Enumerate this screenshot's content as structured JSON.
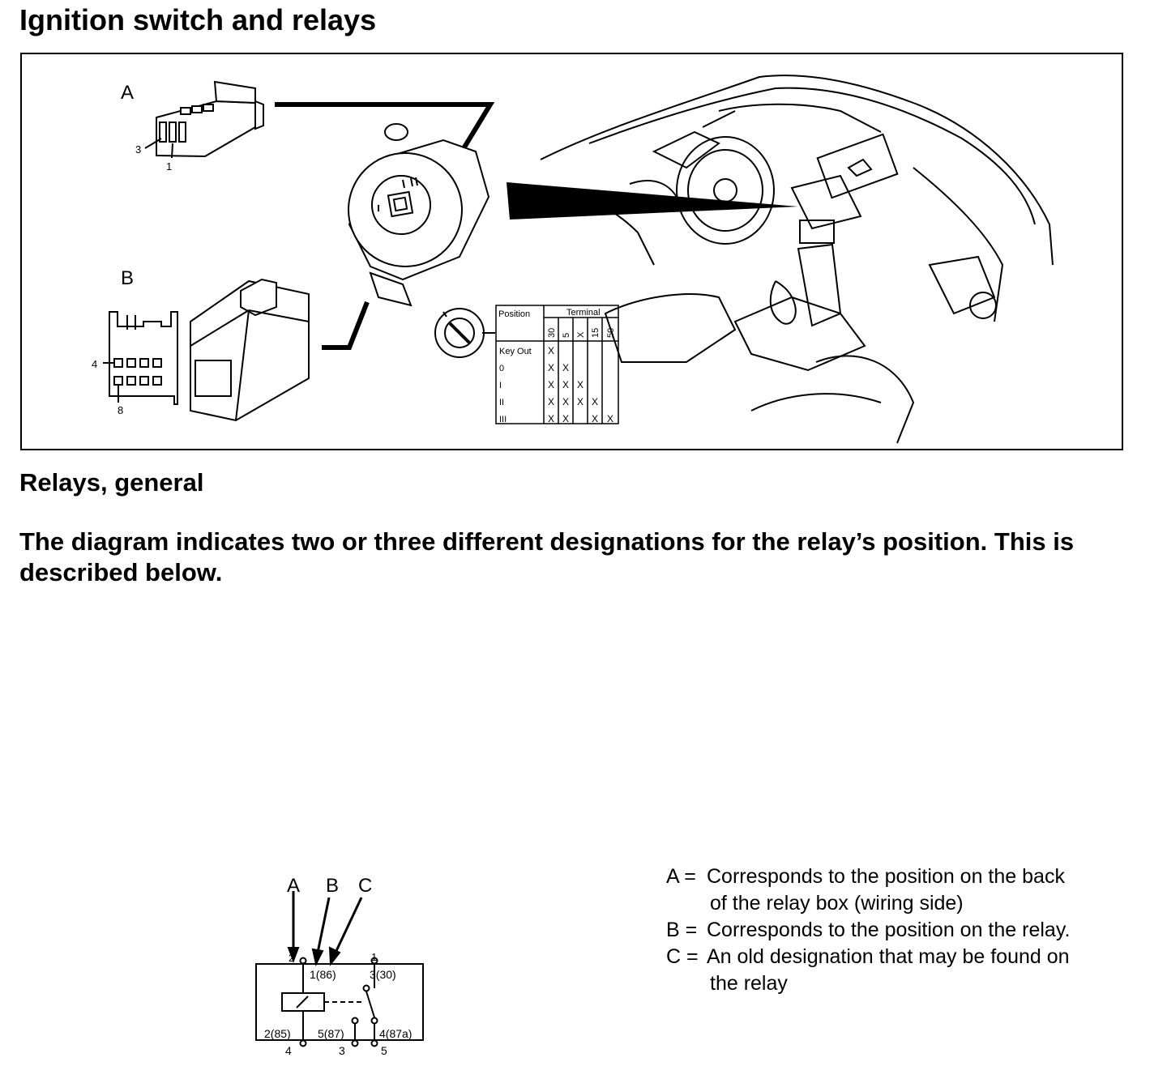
{
  "header": {
    "title": "Ignition switch and relays"
  },
  "figure": {
    "connector_a_label": "A",
    "connector_a_pins": [
      "3",
      "1"
    ],
    "connector_b_label": "B",
    "connector_b_pins": [
      "4",
      "8"
    ],
    "switch_table": {
      "position_header": "Position",
      "terminal_header": "Terminal",
      "terminals": [
        "30",
        "5",
        "X",
        "15",
        "50"
      ],
      "rows": [
        {
          "position": "Key Out",
          "marks": [
            "X",
            "",
            "",
            "",
            ""
          ]
        },
        {
          "position": "0",
          "marks": [
            "X",
            "X",
            "",
            "",
            ""
          ]
        },
        {
          "position": "I",
          "marks": [
            "X",
            "X",
            "X",
            "",
            ""
          ]
        },
        {
          "position": "II",
          "marks": [
            "X",
            "X",
            "X",
            "X",
            ""
          ]
        },
        {
          "position": "III",
          "marks": [
            "X",
            "X",
            "",
            "X",
            "X"
          ]
        }
      ]
    }
  },
  "relays": {
    "heading": "Relays, general",
    "intro": "The diagram indicates two or three different designations for the relay’s position. This is described below.",
    "diagram": {
      "arrow_labels": [
        "A",
        "B",
        "C"
      ],
      "pin_labels": {
        "top_left_outer": "2",
        "top_right_outer": "1",
        "top_left_inner": "1(86)",
        "top_right_inner": "3(30)",
        "bottom_left_inner": "2(85)",
        "bottom_mid_inner": "5(87)",
        "bottom_right_inner": "4(87a)",
        "bottom_left_outer": "4",
        "bottom_mid_outer": "3",
        "bottom_right_outer": "5"
      }
    },
    "legend": [
      {
        "key": "A =",
        "text": "Corresponds to the position on the back",
        "cont": "of the relay box (wiring side)"
      },
      {
        "key": "B =",
        "text": "Corresponds to the position on the relay.",
        "cont": ""
      },
      {
        "key": "C =",
        "text": "An old designation that may be found on",
        "cont": "the relay"
      }
    ]
  }
}
